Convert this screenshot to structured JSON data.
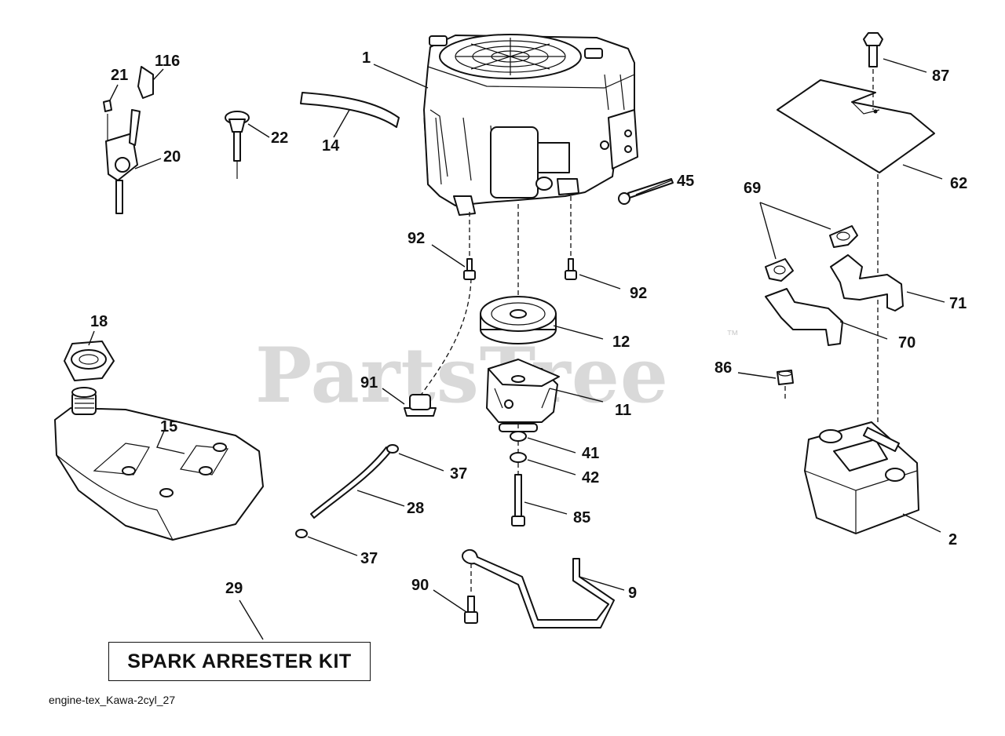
{
  "watermark": {
    "text": "PartsTree",
    "trademark": "™"
  },
  "kit_label": "SPARK ARRESTER KIT",
  "footer_code": "engine-tex_Kawa-2cyl_27",
  "callouts": {
    "c1": "1",
    "c2": "2",
    "c9": "9",
    "c11": "11",
    "c12": "12",
    "c14": "14",
    "c15": "15",
    "c18": "18",
    "c20": "20",
    "c21": "21",
    "c22": "22",
    "c28": "28",
    "c29": "29",
    "c37a": "37",
    "c37b": "37",
    "c41": "41",
    "c42": "42",
    "c45": "45",
    "c62": "62",
    "c69": "69",
    "c70": "70",
    "c71": "71",
    "c85": "85",
    "c86": "86",
    "c87": "87",
    "c90": "90",
    "c91": "91",
    "c92a": "92",
    "c92b": "92",
    "c116": "116"
  }
}
